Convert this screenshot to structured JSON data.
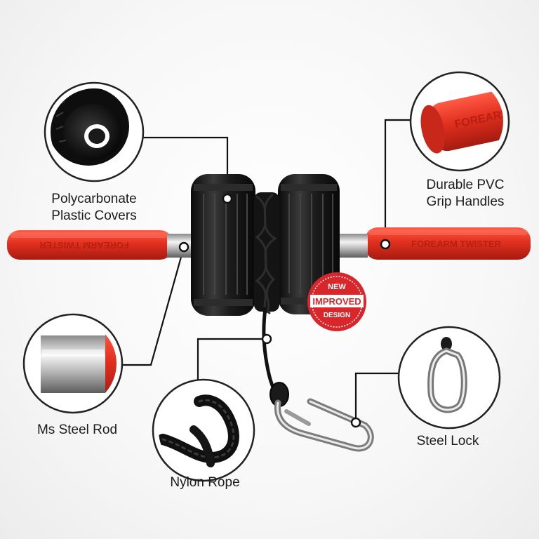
{
  "product": {
    "grip_text": "FOREARM TWISTER",
    "badge_lines": [
      "NEW",
      "IMPROVED",
      "DESIGN"
    ]
  },
  "callouts": {
    "covers": [
      "Polycarbonate",
      "Plastic Covers"
    ],
    "handles": [
      "Durable PVC",
      "Grip Handles"
    ],
    "rod": [
      "Ms Steel Rod"
    ],
    "rope": [
      "Nylon Rope"
    ],
    "lock": [
      "Steel Lock"
    ]
  },
  "colors": {
    "grip": "#e2301f",
    "drum": "#1a1a1a",
    "badge": "#d9262b",
    "leader": "#111111"
  }
}
